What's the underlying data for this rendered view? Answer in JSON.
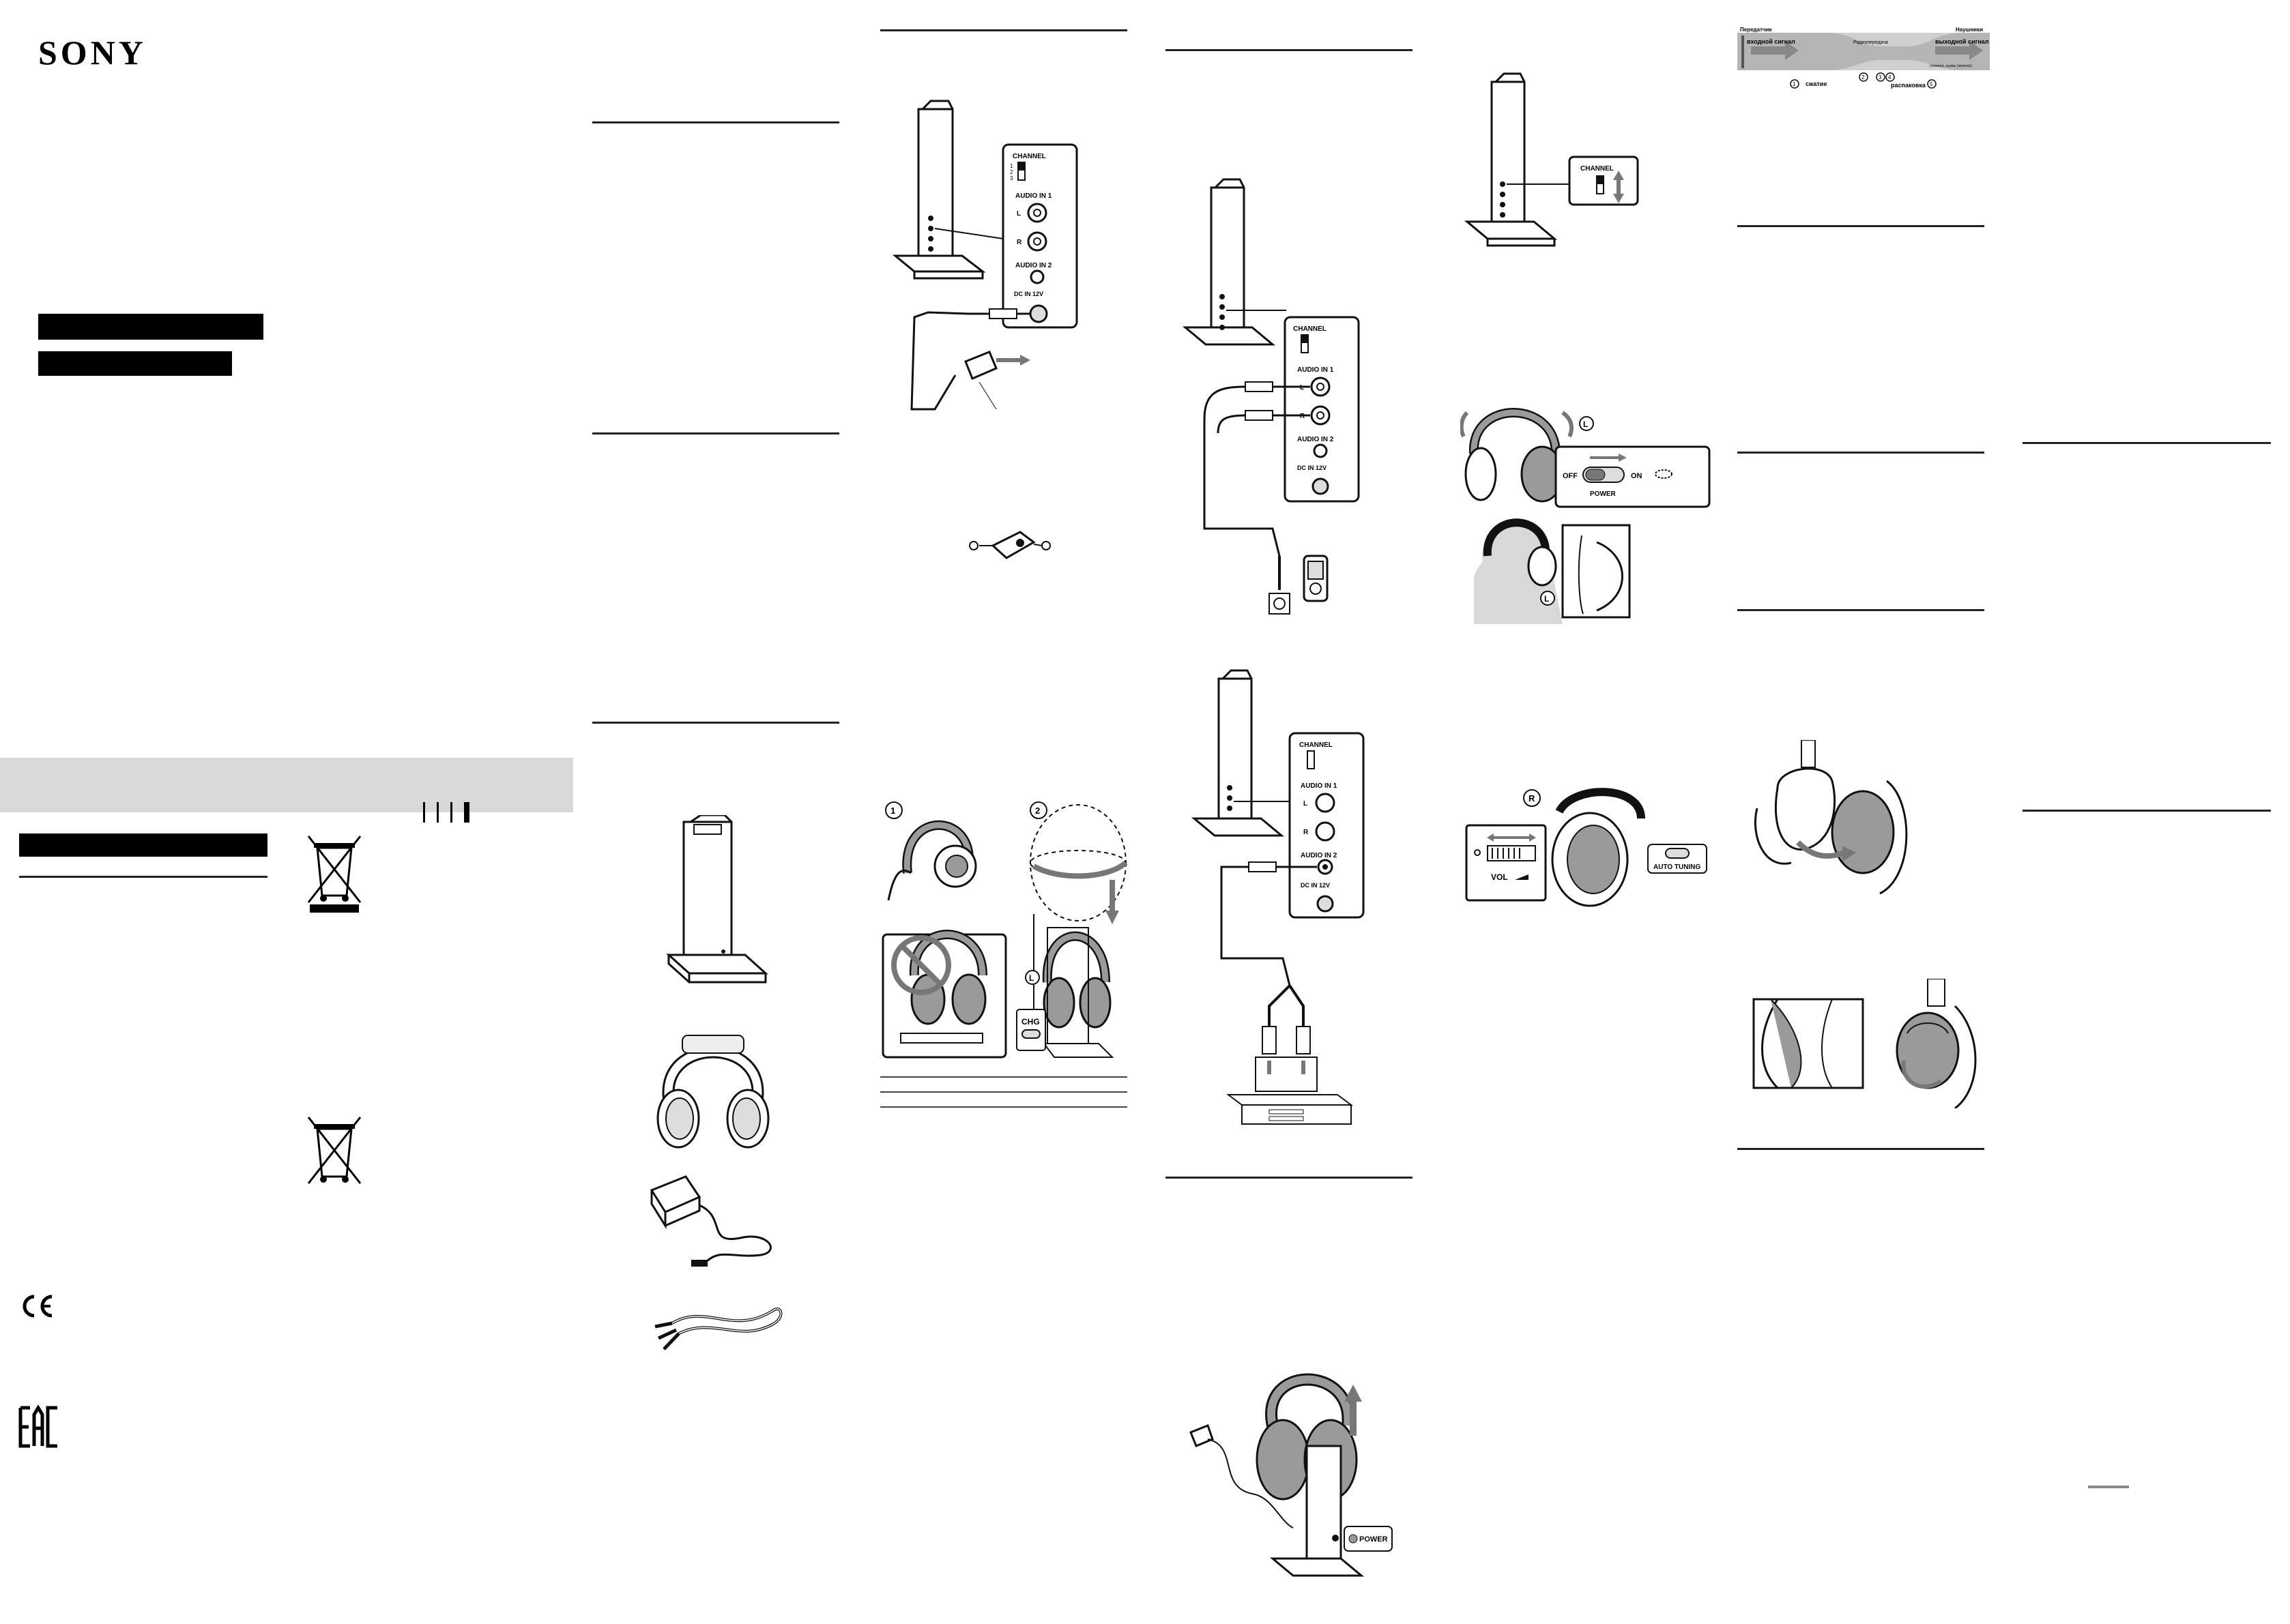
{
  "brand": {
    "logo": "SONY"
  },
  "base_panel": {
    "channel": "CHANNEL",
    "channel_options": [
      "1",
      "2",
      "3"
    ],
    "audio_in_1": "AUDIO IN 1",
    "left": "L",
    "right": "R",
    "audio_in_2": "AUDIO IN 2",
    "dc_in": "DC IN 12V"
  },
  "headphone_controls": {
    "off": "OFF",
    "on": "ON",
    "power": "POWER",
    "vol": "VOL",
    "auto_tuning": "AUTO TUNING",
    "chg": "CHG",
    "left_mark": "L",
    "right_mark": "R",
    "step_1": "1",
    "step_2": "2",
    "power_button": "POWER"
  },
  "signal_diagram": {
    "transmitter": "Передатчик",
    "input_signal": "входной сигнал",
    "radio_transfer": "Радиопередача",
    "headphones": "Наушники",
    "output_signal": "выходной сигнал",
    "compression": "сжатие",
    "decompression": "распаковка",
    "noise": "(помехи, шумы (звуков))",
    "markers": [
      "1",
      "2",
      "3",
      "4",
      "5"
    ]
  },
  "colors": {
    "ink": "#111111",
    "band": "#d8d8d8",
    "fill": "#e6e6e6",
    "dark_fill": "#9a9a9a"
  }
}
